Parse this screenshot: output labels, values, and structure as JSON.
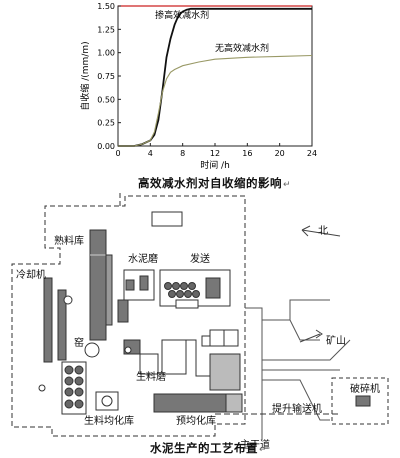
{
  "chart_data": {
    "type": "line",
    "title": "",
    "xlabel": "时间 /h",
    "ylabel": "自收缩 /(mm/m)",
    "xlim": [
      0,
      24
    ],
    "ylim": [
      0,
      1.5
    ],
    "x_ticks": [
      "0",
      "4",
      "8",
      "12",
      "16",
      "20",
      "24"
    ],
    "y_ticks": [
      "0.00",
      "0.25",
      "0.50",
      "0.75",
      "1.00",
      "1.25",
      "1.50"
    ],
    "grid": false,
    "series": [
      {
        "name": "掺高效减水剂",
        "color": "#111111",
        "x": [
          0,
          2,
          3,
          4,
          4.5,
          5,
          5.5,
          6,
          6.5,
          7,
          7.5,
          8,
          8.5,
          9,
          10,
          12,
          16,
          20,
          24
        ],
        "y": [
          0,
          0,
          0.02,
          0.06,
          0.12,
          0.28,
          0.6,
          0.95,
          1.15,
          1.3,
          1.4,
          1.44,
          1.46,
          1.47,
          1.47,
          1.47,
          1.47,
          1.47,
          1.47
        ]
      },
      {
        "name": "无高效减水剂",
        "color": "#999966",
        "x": [
          0,
          2,
          3,
          4,
          4.5,
          5,
          5.5,
          6,
          6.5,
          7,
          8,
          10,
          12,
          16,
          20,
          24
        ],
        "y": [
          0,
          0,
          0.02,
          0.06,
          0.15,
          0.35,
          0.58,
          0.72,
          0.79,
          0.82,
          0.86,
          0.9,
          0.93,
          0.95,
          0.96,
          0.97
        ]
      }
    ],
    "reference_line": {
      "y": 1.5,
      "color": "#cc2222"
    }
  },
  "chart_caption": "高效减水剂对自收缩的影响",
  "map": {
    "caption": "水泥生产的工艺布置",
    "labels": {
      "north": "北",
      "clinker_store": "熟料库",
      "cooler": "冷却机",
      "kiln": "窑",
      "cement_mill": "水泥磨",
      "dispatch": "发送",
      "raw_mill": "生料磨",
      "raw_homogenizing": "生料均化库",
      "prehomogenizing": "预均化库",
      "mine": "矿山",
      "crusher": "破碎机",
      "conveyor": "提升输送机",
      "main_road": "主干道"
    }
  }
}
